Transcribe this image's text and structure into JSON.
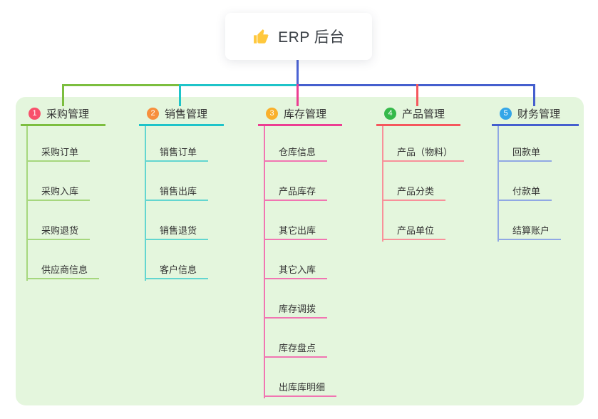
{
  "root": {
    "title": "ERP 后台",
    "icon": "thumbs-up-icon"
  },
  "colors": {
    "canvas_bg": "#ffffff",
    "panel_bg": "#e4f6dd",
    "card_bg": "#ffffff",
    "text": "#333333",
    "root_text": "#3b4046",
    "stem_blue": "#4b63d4",
    "thumb": "#ffc83d",
    "branch1": "#7cbe3f",
    "branch1_light": "#a6d77e",
    "badge1": "#f8506b",
    "branch2": "#1ec4c9",
    "branch2_light": "#63d6d0",
    "badge2": "#f78f3d",
    "branch3": "#ec3e92",
    "branch3_light": "#f175b2",
    "badge3": "#f9b02c",
    "branch4": "#f5575d",
    "branch4_light": "#f8909a",
    "badge4": "#35b94a",
    "branch5": "#455fce",
    "branch5_light": "#90a8e4",
    "badge5": "#33a6e8"
  },
  "branches": [
    {
      "num": "1",
      "label": "采购管理",
      "items": [
        "采购订单",
        "采购入库",
        "采购退货",
        "供应商信息"
      ]
    },
    {
      "num": "2",
      "label": "销售管理",
      "items": [
        "销售订单",
        "销售出库",
        "销售退货",
        "客户信息"
      ]
    },
    {
      "num": "3",
      "label": "库存管理",
      "items": [
        "仓库信息",
        "产品库存",
        "其它出库",
        "其它入库",
        "库存调拨",
        "库存盘点",
        "出库库明细"
      ]
    },
    {
      "num": "4",
      "label": "产品管理",
      "items": [
        "产品（物料）",
        "产品分类",
        "产品单位"
      ]
    },
    {
      "num": "5",
      "label": "财务管理",
      "items": [
        "回款单",
        "付款单",
        "结算账户"
      ]
    }
  ]
}
